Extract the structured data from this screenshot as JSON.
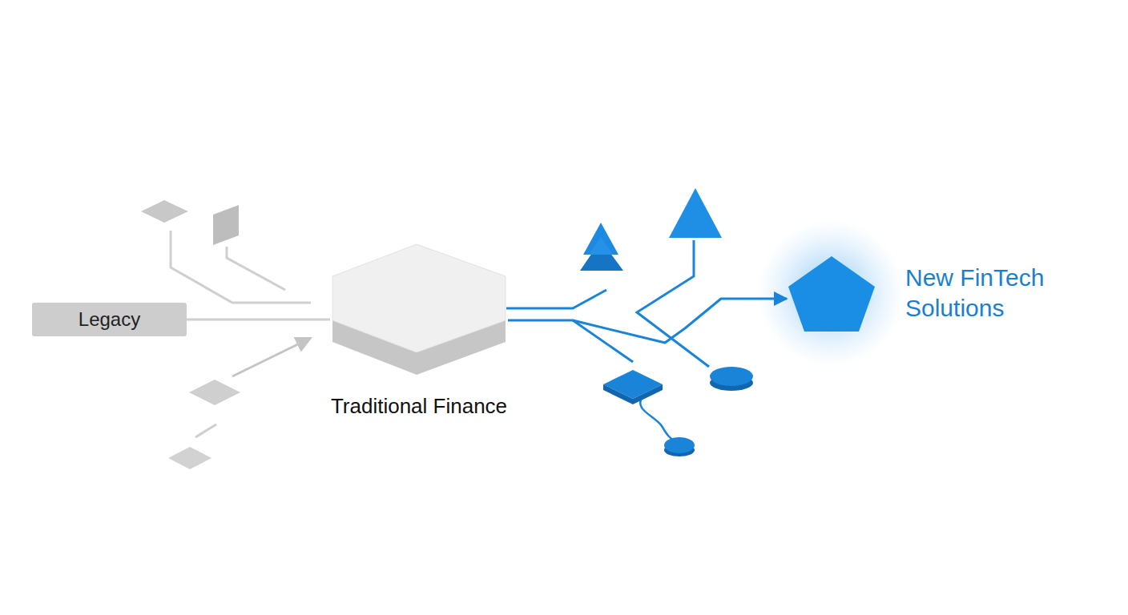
{
  "diagram": {
    "nodes": [
      {
        "text": [
          "Legacy"
        ]
      },
      {
        "text": [
          "Traditional Finance"
        ]
      },
      {
        "text": [
          "New FinTech Solutions"
        ]
      }
    ],
    "edges": [
      {
        "from": 0,
        "to": 1,
        "arrow": "none"
      },
      {
        "from": 1,
        "to": 2,
        "arrow": "to"
      }
    ]
  }
}
